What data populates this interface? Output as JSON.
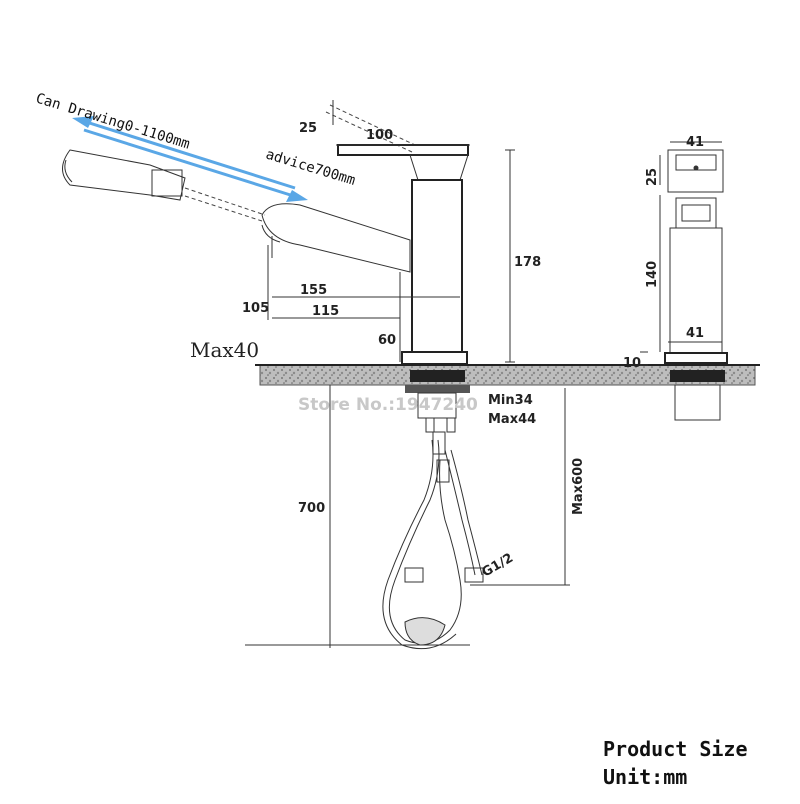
{
  "pull_out": {
    "range_label": "Can Drawing0-1100mm",
    "advice_label": "advice700mm"
  },
  "dimensions": {
    "spout_tilt": "25",
    "lever_length": "100",
    "body_height": "178",
    "reach_155": "155",
    "reach_115": "115",
    "spout_height": "105",
    "base_height": "60",
    "deck_max": "Max40",
    "deck_min_hole": "Min34",
    "deck_max_hole": "Max44",
    "hose_length": "700",
    "under_max": "Max600",
    "thread": "G1/2"
  },
  "side_view": {
    "top_width": "41",
    "top_height": "25",
    "body_height": "140",
    "base_width": "41",
    "base_offset": "10"
  },
  "watermark": "Store No.:1947240",
  "footer": {
    "title": "Product Size",
    "unit": "Unit:mm"
  },
  "colors": {
    "arrow": "#5aa7e6",
    "ink": "#222222"
  }
}
